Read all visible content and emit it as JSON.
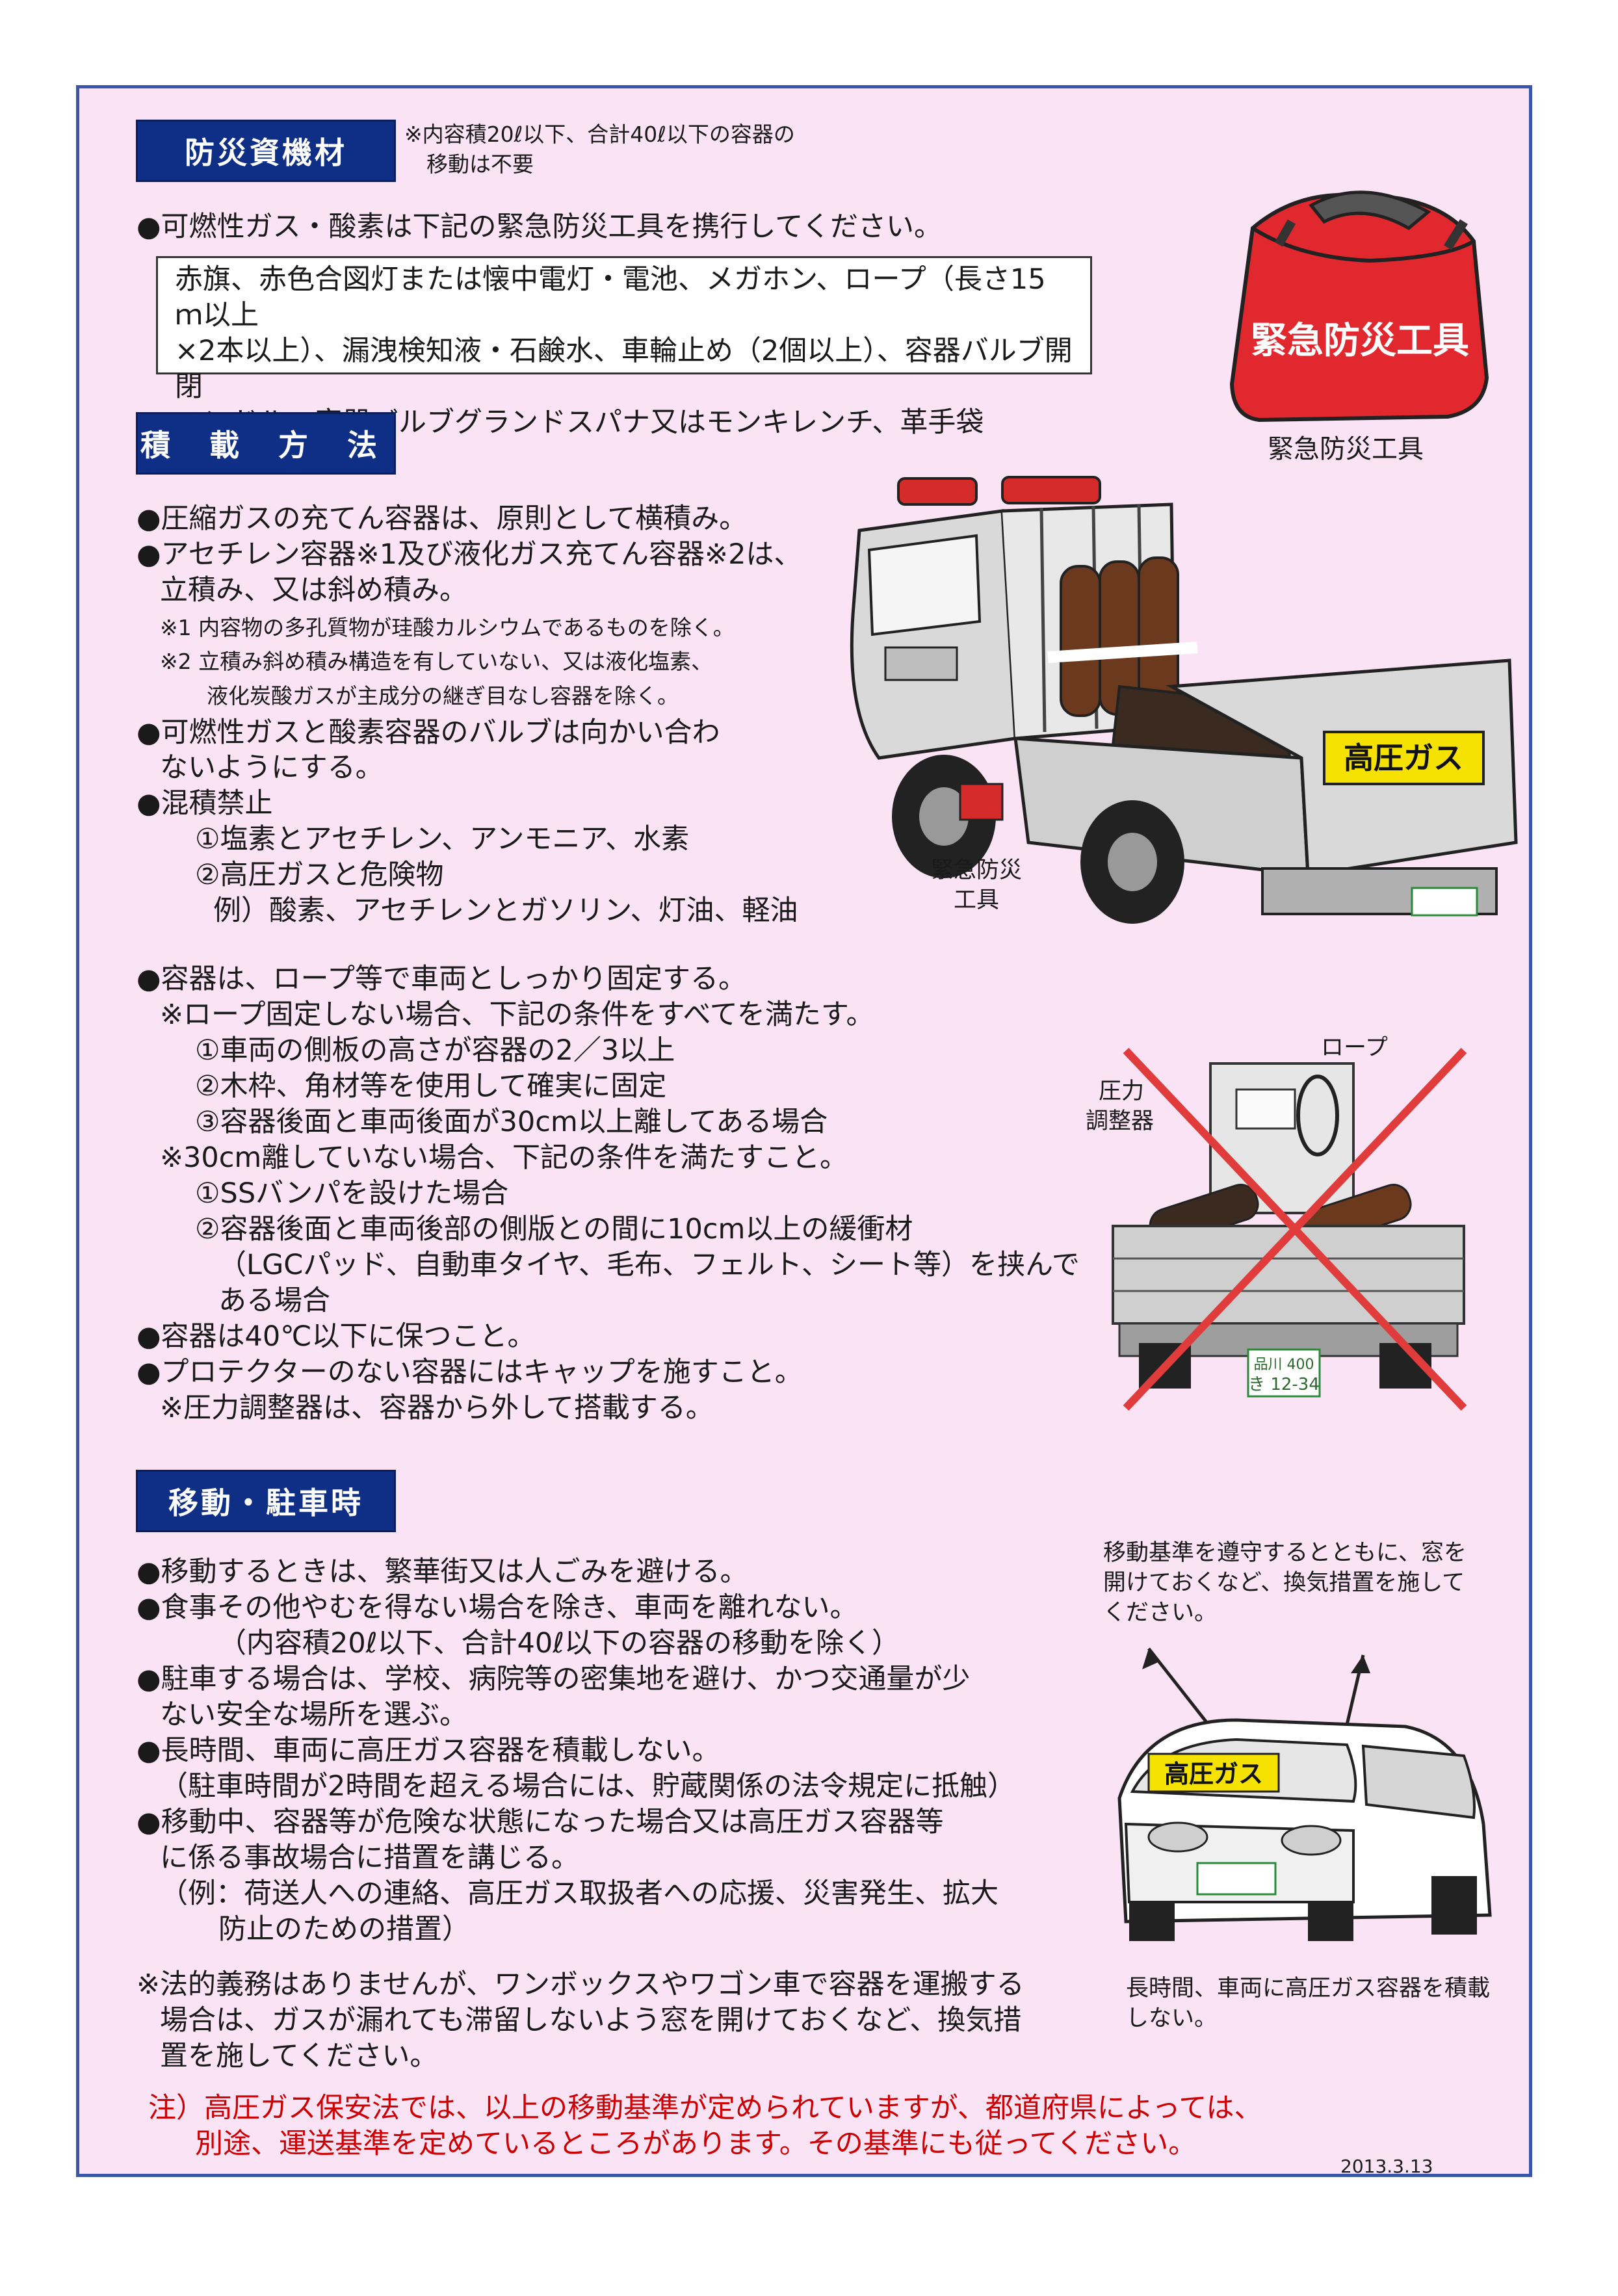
{
  "sections": {
    "equipment": {
      "header": "防災資機材",
      "note": [
        "※内容積20ℓ以下、合計40ℓ以下の容器の",
        "移動は不要"
      ],
      "bullet": "●可燃性ガス・酸素は下記の緊急防災工具を携行してください。",
      "box_lines": [
        "赤旗、赤色合図灯または懐中電灯・電池、メガホン、ロープ（長さ15ｍ以上",
        "×2本以上）、漏洩検知液・石鹸水、車輪止め（2個以上）、容器バルブ開閉",
        "ハンドル、容器バルブグランドスパナ又はモンキレンチ、革手袋"
      ],
      "bag_label": "緊急防災工具",
      "bag_caption": "緊急防災工具"
    },
    "loading": {
      "header": "積 載 方 法",
      "lines": [
        "●圧縮ガスの充てん容器は、原則として横積み。",
        "●アセチレン容器※1及び液化ガス充てん容器※2は、",
        "立積み、又は斜め積み。",
        "※1 内容物の多孔質物が珪酸カルシウムであるものを除く。",
        "※2 立積み斜め積み構造を有していない、又は液化塩素、",
        "液化炭酸ガスが主成分の継ぎ目なし容器を除く。",
        "●可燃性ガスと酸素容器のバルブは向かい合わ",
        "ないようにする。",
        "●混積禁止",
        "①塩素とアセチレン、アンモニア、水素",
        "②高圧ガスと危険物",
        "例）酸素、アセチレンとガソリン、灯油、軽油"
      ],
      "truck_sign": "高圧ガス",
      "truck_caption": [
        "緊急防災",
        "工具"
      ],
      "fix_lines": [
        "●容器は、ロープ等で車両としっかり固定する。",
        "※ロープ固定しない場合、下記の条件をすべてを満たす。",
        "①車両の側板の高さが容器の2／3以上",
        "②木枠、角材等を使用して確実に固定",
        "③容器後面と車両後面が30cm以上離してある場合",
        "※30cm離していない場合、下記の条件を満たすこと。",
        "①SSバンパを設けた場合",
        "②容器後面と車両後部の側版との間に10cm以上の緩衝材",
        "（LGCパッド、自動車タイヤ、毛布、フェルト、シート等）を挟んで",
        "ある場合",
        "●容器は40℃以下に保つこと。",
        "●プロテクターのない容器にはキャップを施すこと。",
        "※圧力調整器は、容器から外して搭載する。"
      ],
      "rope_label": "ロープ",
      "regulator_label": [
        "圧力",
        "調整器"
      ],
      "small_plate": [
        "品川 400",
        "き 12-34"
      ]
    },
    "moving": {
      "header": "移動・駐車時",
      "lines": [
        "●移動するときは、繁華街又は人ごみを避ける。",
        "●食事その他やむを得ない場合を除き、車両を離れない。",
        "（内容積20ℓ以下、合計40ℓ以下の容器の移動を除く）",
        "●駐車する場合は、学校、病院等の密集地を避け、かつ交通量が少",
        "ない安全な場所を選ぶ。",
        "●長時間、車両に高圧ガス容器を積載しない。",
        "（駐車時間が2時間を超える場合には、貯蔵関係の法令規定に抵触）",
        "●移動中、容器等が危険な状態になった場合又は高圧ガス容器等",
        "に係る事故場合に措置を講じる。",
        "（例：荷送人への連絡、高圧ガス取扱者への応援、災害発生、拡大",
        "防止のための措置）"
      ],
      "note": [
        "※法的義務はありませんが、ワンボックスやワゴン車で容器を運搬する",
        "場合は、ガスが漏れても滞留しないよう窓を開けておくなど、換気措",
        "置を施してください。"
      ],
      "van_top_caption": [
        "移動基準を遵守するとともに、窓を",
        "開けておくなど、換気措置を施して",
        "ください。"
      ],
      "van_sign": "高圧ガス",
      "van_bottom_caption": [
        "長時間、車両に高圧ガス容器を積載",
        "しない。"
      ]
    }
  },
  "footer": {
    "warning": [
      "注）高圧ガス保安法では、以上の移動基準が定められていますが、都道府県によっては、",
      "別途、運送基準を定めているところがあります。その基準にも従ってください。"
    ],
    "date": "2013.3.13"
  },
  "colors": {
    "page_bg": "#fbe3f6",
    "border": "#3a56a8",
    "header_bg": "#0f2f86",
    "warning_red": "#cc0000",
    "bag_red": "#e0282e",
    "sign_yellow": "#f5e200"
  }
}
